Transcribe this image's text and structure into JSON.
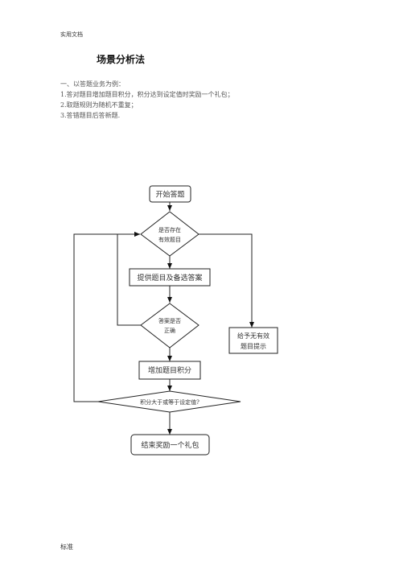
{
  "page": {
    "header": "实用文档",
    "footer": "标准",
    "title": "场景分析法",
    "intro": [
      "一、以答题业务为例：",
      "1.答对题目增加题目积分，积分达到设定值时奖励一个礼包；",
      "2.取题规则为随机不重复；",
      "3.答错题目后答新题."
    ]
  },
  "flowchart": {
    "start": "开始答题",
    "decision_has_question": [
      "是否存在",
      "有效题目"
    ],
    "provide_question": "提供题目及备选答案",
    "decision_correct": [
      "答案是否",
      "正确"
    ],
    "no_question_hint": [
      "给予无有效",
      "题目提示"
    ],
    "add_score": "增加题目积分",
    "decision_score": "积分大于或等于设定值?",
    "end": "结束奖励一个礼包"
  }
}
